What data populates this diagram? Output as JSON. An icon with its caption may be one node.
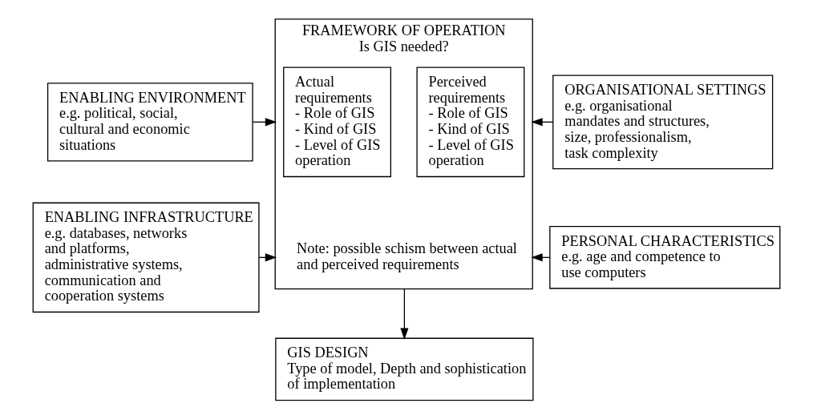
{
  "diagram": {
    "nodes": [
      {
        "text": [
          "ENABLING ENVIRONMENT",
          "e.g. political, social, cultural and economic situations"
        ]
      },
      {
        "text": [
          "ENABLING INFRASTRUCTURE",
          "e.g. databases, networks and platforms, administrative systems, communication and cooperation systems"
        ]
      },
      {
        "text": [
          "FRAMEWORK OF OPERATION",
          "Is GIS needed?",
          "Note: possible schism between actual and perceived requirements"
        ]
      },
      {
        "text": [
          "Actual requirements",
          "- Role of GIS",
          "- Kind of GIS",
          "- Level of GIS operation"
        ],
        "in": 2
      },
      {
        "text": [
          "Perceived requirements",
          "- Role of GIS",
          "- Kind of GIS",
          "- Level of GIS operation"
        ],
        "in": 2
      },
      {
        "text": [
          "ORGANISATIONAL SETTINGS",
          "e.g. organisational mandates and structures, size, professionalism, task complexity"
        ]
      },
      {
        "text": [
          "PERSONAL CHARACTERISTICS",
          "e.g. age and competence to use computers"
        ]
      },
      {
        "text": [
          "GIS DESIGN",
          "Type of model, Depth and sophistication of implementation"
        ]
      }
    ],
    "edges": [
      {
        "from": 0,
        "to": 2,
        "arrow": "to"
      },
      {
        "from": 1,
        "to": 2,
        "arrow": "to"
      },
      {
        "from": 5,
        "to": 2,
        "arrow": "to"
      },
      {
        "from": 6,
        "to": 2,
        "arrow": "to"
      },
      {
        "from": 2,
        "to": 7,
        "arrow": "to"
      }
    ]
  }
}
